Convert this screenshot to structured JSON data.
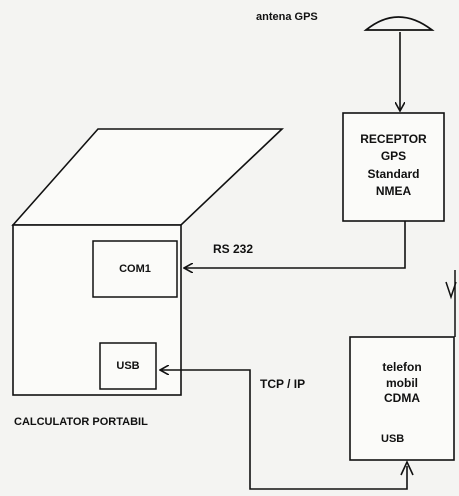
{
  "antenna": {
    "label": "antena GPS"
  },
  "receiver": {
    "lines": [
      "RECEPTOR",
      "GPS",
      "Standard",
      "NMEA"
    ]
  },
  "laptop": {
    "com_port": "COM1",
    "usb_port": "USB",
    "label": "CALCULATOR PORTABIL"
  },
  "links": {
    "serial": "RS 232",
    "network": "TCP / IP"
  },
  "phone": {
    "lines": [
      "telefon",
      "mobil",
      "CDMA"
    ],
    "usb": "USB"
  }
}
